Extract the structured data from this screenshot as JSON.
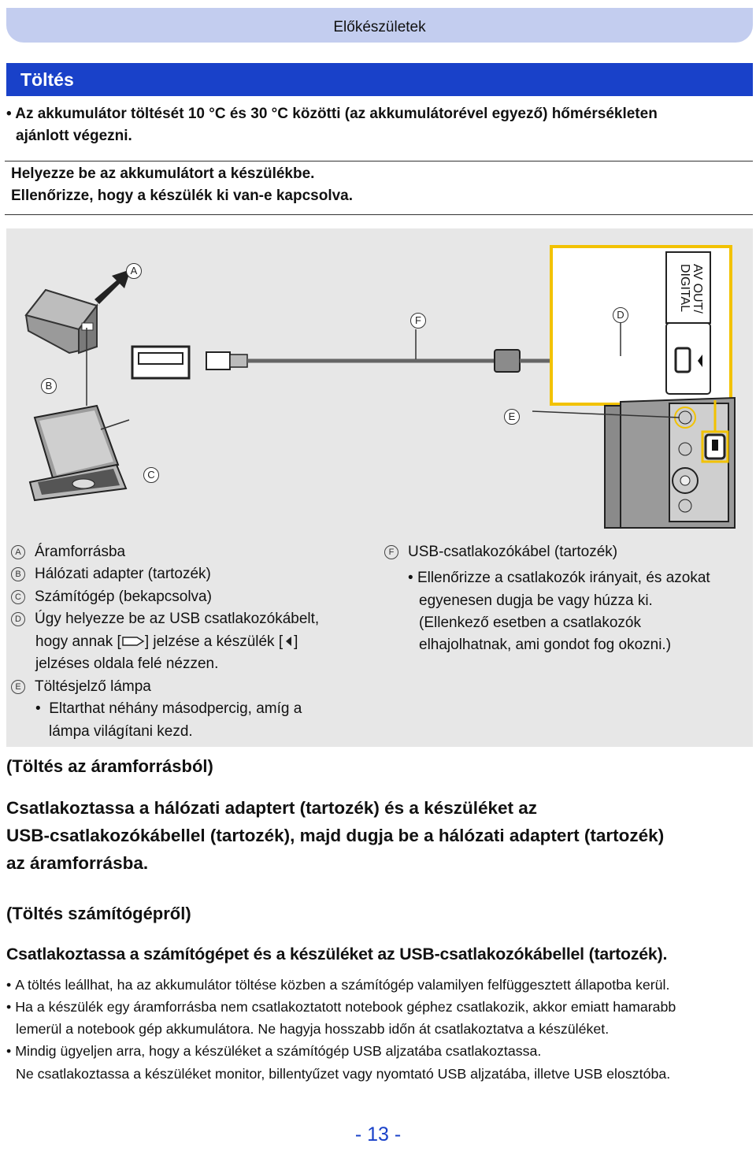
{
  "header": {
    "section": "Előkészületek"
  },
  "banner": {
    "title": "Töltés"
  },
  "intro": {
    "bullet": "•",
    "line1": "Az akkumulátor töltését 10 °C és 30 °C közötti (az akkumulátorével egyező) hőmérsékleten",
    "line2": "ajánlott végezni."
  },
  "step": {
    "line1": "Helyezze be az akkumulátort a készülékbe.",
    "line2": "Ellenőrizze, hogy a készülék ki van-e kapcsolva."
  },
  "illustration": {
    "markers": {
      "A": "A",
      "B": "B",
      "C": "C",
      "D": "D",
      "E": "E",
      "F": "F"
    },
    "port_label_1": "AV OUT/",
    "port_label_2": "DIGITAL"
  },
  "legend_left": {
    "a": "Áramforrásba",
    "b": "Hálózati adapter (tartozék)",
    "c": "Számítógép (bekapcsolva)",
    "d1": "Úgy helyezze be az USB csatlakozókábelt,",
    "d2a": "hogy annak [",
    "d2b": "] jelzése a készülék [",
    "d2c": "]",
    "d3": "jelzéses oldala felé nézzen.",
    "e": "Töltésjelző lámpa",
    "e_bullet": "•",
    "e1": "Eltarthat néhány másodpercig, amíg a",
    "e2": "lámpa világítani kezd."
  },
  "legend_right": {
    "f": "USB-csatlakozókábel (tartozék)",
    "bullet": "•",
    "f1": "Ellenőrizze a csatlakozók irányait, és azokat",
    "f2": "egyenesen dugja be vagy húzza ki.",
    "f3": "(Ellenkező esetben a csatlakozók",
    "f4": "elhajolhatnak, ami gondot fog okozni.)"
  },
  "section1": {
    "heading": "(Töltés az áramforrásból)",
    "line1": "Csatlakoztassa a hálózati adaptert (tartozék) és a készüléket az",
    "line2": "USB-csatlakozókábellel (tartozék), majd dugja be a hálózati adaptert (tartozék)",
    "line3": "az áramforrásba."
  },
  "section2": {
    "heading": "(Töltés számítógépről)",
    "instruction": "Csatlakoztassa a számítógépet és a készüléket az USB-csatlakozókábellel (tartozék).",
    "bullet": "•",
    "n1": "A töltés leállhat, ha az akkumulátor töltése közben a számítógép valamilyen felfüggesztett állapotba kerül.",
    "n2a": "Ha a készülék egy áramforrásba nem csatlakoztatott notebook géphez csatlakozik, akkor emiatt hamarabb",
    "n2b": "lemerül a notebook gép akkumulátora. Ne hagyja hosszabb időn át csatlakoztatva a készüléket.",
    "n3a": "Mindig ügyeljen arra, hogy a készüléket a számítógép USB aljzatába csatlakoztassa.",
    "n3b": "Ne csatlakoztassa a készüléket monitor, billentyűzet vagy nyomtató USB aljzatába, illetve USB elosztóba."
  },
  "footer": {
    "page": "- 13 -"
  },
  "colors": {
    "accent": "#1941c9",
    "tab": "#c3cdef",
    "callout": "#f2c200",
    "illustration_bg": "#e7e7e7"
  }
}
